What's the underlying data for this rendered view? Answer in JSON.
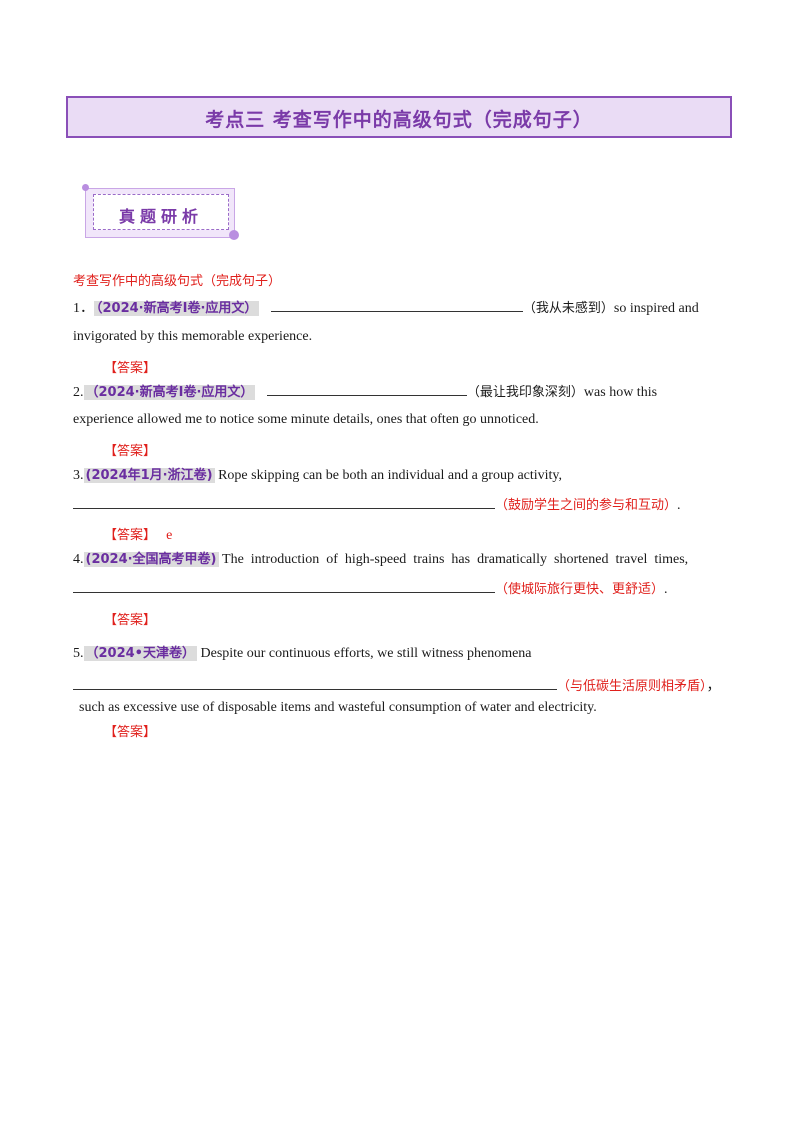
{
  "section": {
    "title": "考点三  考查写作中的高级句式（完成句子）",
    "badge": "真题研析"
  },
  "subtitle": "考查写作中的高级句式（完成句子）",
  "q1": {
    "num": "1．",
    "tag": "（2024·新高考Ⅰ卷·应用文）",
    "hint": "（我从未感到）",
    "text_a": "so inspired and",
    "text_b": "invigorated by this memorable experience."
  },
  "q2": {
    "num": "2.",
    "tag": "（2024·新高考Ⅰ卷·应用文）",
    "hint": "（最让我印象深刻）",
    "text_a": "was how this",
    "text_b": "experience  allowed me to notice some minute details, ones that often go unnoticed."
  },
  "q3": {
    "num": "3.",
    "tag": "(2024年1月·浙江卷)",
    "text_a": "Rope skipping can be both an individual and a group activity,",
    "hint": "（鼓励学生之间的参与和互动）",
    "end": "."
  },
  "q4": {
    "num": "4.",
    "tag": "(2024·全国高考甲卷)",
    "text_a": "The  introduction  of  high-speed  trains  has  dramatically  shortened  travel  times,",
    "hint": "（使城际旅行更快、更舒适）",
    "end": "."
  },
  "q5": {
    "num": "5.",
    "tag": "（2024•天津卷）",
    "text_a": "Despite our continuous efforts, we still witness phenomena",
    "hint": "（与低碳生活原则相矛盾）",
    "end": "，",
    "text_b": "such as excessive use of disposable items and wasteful consumption of water and electricity."
  },
  "answer_label": "【答案】",
  "answer3_value": "e",
  "colors": {
    "accent": "#7a3aa8",
    "red": "#e0201c",
    "tag_bg": "#dcdcdc"
  }
}
